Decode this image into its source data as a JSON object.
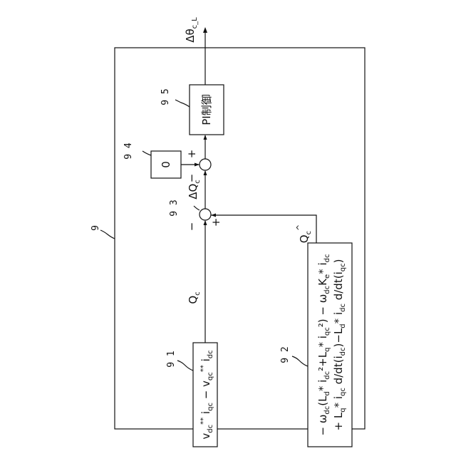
{
  "figure": {
    "block_9_ref": "9",
    "block_91": {
      "ref": "9 1",
      "expr_prefix": "v",
      "expr_html": "v<sub>dc</sub><sup>**</sup> i<sub>qc</sub> − v<sub>qc</sub><sup>**</sup> i<sub>dc</sub>"
    },
    "block_92": {
      "ref": "9 2"
    },
    "block_93": {
      "ref": "9 3",
      "minus": "−",
      "plus": "+"
    },
    "block_94": {
      "ref": "9 4",
      "value": "0"
    },
    "block_95": {
      "ref": "9 5",
      "label": "PI制御"
    },
    "sum2_signs": {
      "plus": "+",
      "minus": "−"
    },
    "signals": {
      "qc": "Q",
      "qc_sub": "c",
      "qc_hat": "Q",
      "qc_hat_sub": "c",
      "qc_hat_mark": "^",
      "delta_qc": "ΔQ",
      "delta_qc_sub": "c",
      "output": "Δθ",
      "output_sub": "c_L"
    },
    "formula_92": {
      "line1": "− ω",
      "line1_sub_a": "dc",
      "line1_rest_a": "(L",
      "line1_sub_b": "d",
      "line1_rest_b": "* i",
      "line1_sub_c": "dc",
      "line1_rest_c": "²+L",
      "line1_sub_d": "q",
      "line1_rest_d": "* i",
      "line1_sub_e": "qc",
      "line1_rest_e": "²) − ω",
      "line1_sub_f": "dc",
      "line1_rest_f": "K",
      "line1_sub_g": "e",
      "line1_rest_g": "* i",
      "line1_sub_h": "dc",
      "line2": "+ L",
      "line2_sub_a": "q",
      "line2_rest_a": "* i",
      "line2_sub_b": "qc",
      "line2_rest_b": " d/dt(i",
      "line2_sub_c": "dc",
      "line2_rest_c": ")−L",
      "line2_sub_d": "d",
      "line2_rest_d": "* i",
      "line2_sub_e": "dc",
      "line2_rest_e": " d/dt(i",
      "line2_sub_f": "qc",
      "line2_rest_f": ")"
    }
  }
}
